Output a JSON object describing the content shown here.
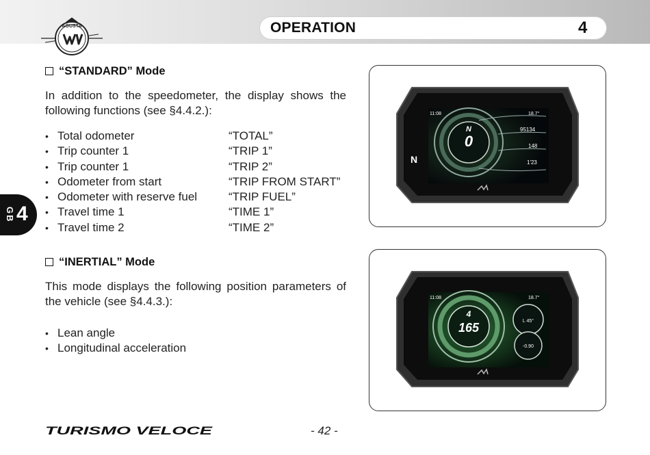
{
  "header": {
    "title": "OPERATION",
    "chapter": "4",
    "logo_text": "AGUSTA"
  },
  "side_tab": {
    "language": "GB",
    "chapter": "4"
  },
  "standard": {
    "heading": "“STANDARD” Mode",
    "intro": "In addition to the speedometer, the display shows the following functions (see §4.4.2.):",
    "items": [
      {
        "name": "Total odometer",
        "code": "“TOTAL”"
      },
      {
        "name": "Trip counter  1",
        "code": "“TRIP 1”"
      },
      {
        "name": "Trip counter  1",
        "code": "“TRIP 2”"
      },
      {
        "name": "Odometer from start",
        "code": "“TRIP FROM START”"
      },
      {
        "name": "Odometer with reserve fuel",
        "code": "“TRIP FUEL”"
      },
      {
        "name": "Travel time 1",
        "code": "“TIME 1”"
      },
      {
        "name": "Travel time 2",
        "code": "“TIME 2”"
      }
    ]
  },
  "inertial": {
    "heading": "“INERTIAL” Mode",
    "intro": "This mode displays the following position parameters of the vehicle (see §4.4.3.):",
    "items": [
      {
        "name": "Lean angle"
      },
      {
        "name": "Longitudinal acceleration"
      }
    ]
  },
  "display_standard": {
    "clock": "11:08",
    "temp": "18.7°",
    "gear": "N",
    "speed": "0",
    "gear_indicator": "N",
    "odometer": "95134",
    "trip": "148",
    "time": "1'23"
  },
  "display_inertial": {
    "clock": "11:08",
    "temp": "18.7°",
    "gear": "4",
    "speed": "165",
    "lean": "L 45°",
    "accel": "-0.90"
  },
  "footer": {
    "brand": "TURISMO VELOCE",
    "page_number": "- 42 -"
  },
  "colors": {
    "screen_bg": "#0b0f14",
    "bezel": "#3a3a3a",
    "screen_green": "#2f7a3c",
    "tab": "#111111"
  }
}
